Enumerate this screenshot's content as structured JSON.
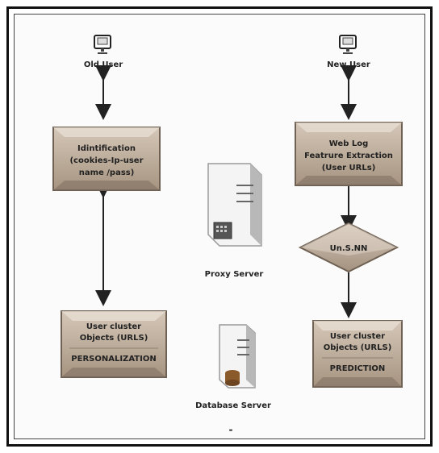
{
  "users": {
    "old_user_label": "Old User",
    "new_user_label": "New User"
  },
  "left_flow": {
    "identification_lines": [
      "Idintification",
      "(cookies-Ip-user",
      "name /pass)"
    ],
    "cluster_lines": [
      "User cluster",
      "Objects (URLS)"
    ],
    "cluster_footer": "PERSONALIZATION"
  },
  "right_flow": {
    "feature_lines": [
      "Web Log",
      "Featrure Extraction",
      "(User URLs)"
    ],
    "decision_label": "Un.S.NN",
    "cluster_lines": [
      "User cluster",
      "Objects (URLS)"
    ],
    "cluster_footer": "PREDICTION"
  },
  "servers": {
    "proxy_label": "Proxy Server",
    "database_label": "Database Server"
  },
  "footer_mark": "-",
  "colors": {
    "box_face": "#b7a592",
    "box_face_light": "#c8b8a7",
    "box_shadow": "#7d6e60",
    "box_highlight": "#e7ddd2",
    "arrow": "#222222",
    "server_body": "#f4f4f4",
    "server_side": "#b8b8b8",
    "server_lines": "#666666"
  }
}
